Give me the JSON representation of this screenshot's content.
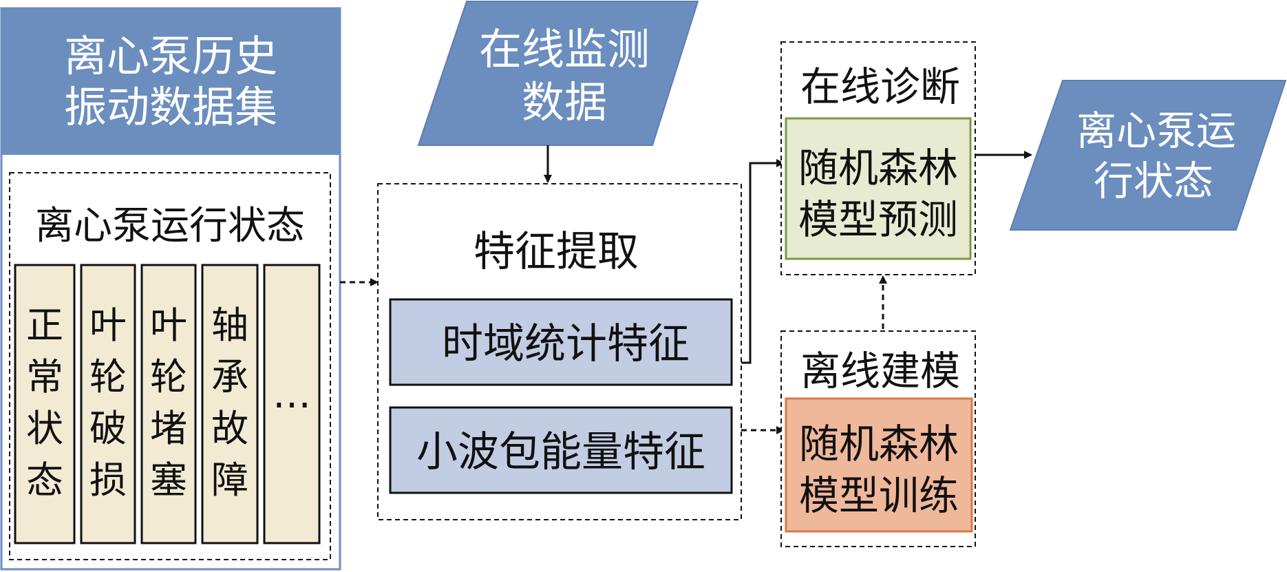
{
  "history_dataset": {
    "title_lines": [
      "离心泵历史",
      "振动数据集"
    ],
    "states_label": "离心泵运行状态",
    "states": [
      {
        "lines": [
          "正",
          "常",
          "状",
          "态"
        ]
      },
      {
        "lines": [
          "叶",
          "轮",
          "破",
          "损"
        ]
      },
      {
        "lines": [
          "叶",
          "轮",
          "堵",
          "塞"
        ]
      },
      {
        "lines": [
          "轴",
          "承",
          "故",
          "障"
        ]
      },
      {
        "lines": [
          "…"
        ]
      }
    ]
  },
  "online_data": {
    "lines": [
      "在线监测",
      "数据"
    ]
  },
  "feature_extraction": {
    "title": "特征提取",
    "time_domain": "时域统计特征",
    "wavelet": "小波包能量特征"
  },
  "online_diagnosis": {
    "title": "在线诊断",
    "model_lines": [
      "随机森林",
      "模型预测"
    ]
  },
  "offline_modeling": {
    "title": "离线建模",
    "model_lines": [
      "随机森林",
      "模型训练"
    ]
  },
  "output": {
    "lines": [
      "离心泵运",
      "行状态"
    ]
  },
  "colors": {
    "header_blue": "#6b8ebf",
    "panel_blue": "#c2cde3",
    "state_beige": "#f3ead4",
    "predict_green": "#e6ebd2",
    "predict_border": "#7a9a45",
    "train_orange": "#f0b89b",
    "train_border": "#d97745"
  }
}
